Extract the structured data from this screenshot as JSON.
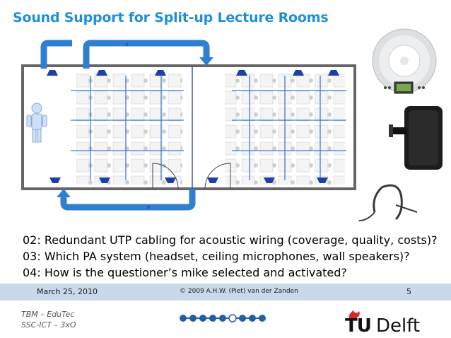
{
  "slide": {
    "title": "Sound Support for Split-up Lecture Rooms",
    "questions": [
      "02: Redundant UTP cabling for acoustic wiring (coverage, quality, costs)?",
      "03: Which PA system (headset, ceiling microphones, wall speakers)?",
      "04: How is the questioner’s mike selected and activated?"
    ]
  },
  "footer": {
    "date": "March 25, 2010",
    "copyright": "© 2009  A.H.W. (Piet) van der Zanden",
    "page_number": "5",
    "dept_line1": "TBM – EduTec",
    "dept_line2": "SSC-ICT – 3xO",
    "logo_tu": "TU",
    "logo_delft": "Delft"
  },
  "colors": {
    "title": "#1f8fd6",
    "cable": "#2f7fd0",
    "footer_bar": "#c9d8ea",
    "logo_red": "#d8262b"
  },
  "icons": [
    "speaker-icon",
    "ceiling-microphone-icon",
    "wall-speaker-icon",
    "headset-icon",
    "person-icon",
    "tu-delft-flame-icon"
  ]
}
